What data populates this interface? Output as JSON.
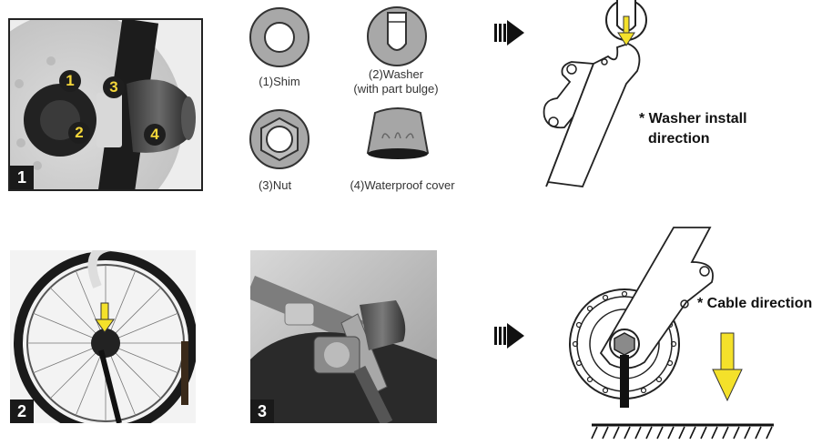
{
  "steps": [
    {
      "badge": "1"
    },
    {
      "badge": "2"
    },
    {
      "badge": "3"
    }
  ],
  "callouts": [
    "1",
    "2",
    "3",
    "4"
  ],
  "parts": {
    "shim": "(1)Shim",
    "washer_line1": "(2)Washer",
    "washer_line2": "(with part bulge)",
    "nut": "(3)Nut",
    "cover": "(4)Waterproof cover"
  },
  "notes": {
    "washer_line1": "* Washer install",
    "washer_line2": "direction",
    "cable": "* Cable direction"
  },
  "icons": {
    "step_arrow": "play-arrow-icon",
    "down_arrow": "down-arrow-icon"
  },
  "colors": {
    "arrow_yellow": "#f4e12a",
    "badge_black": "#1a1a1a",
    "part_gray": "#9a9a9a"
  }
}
